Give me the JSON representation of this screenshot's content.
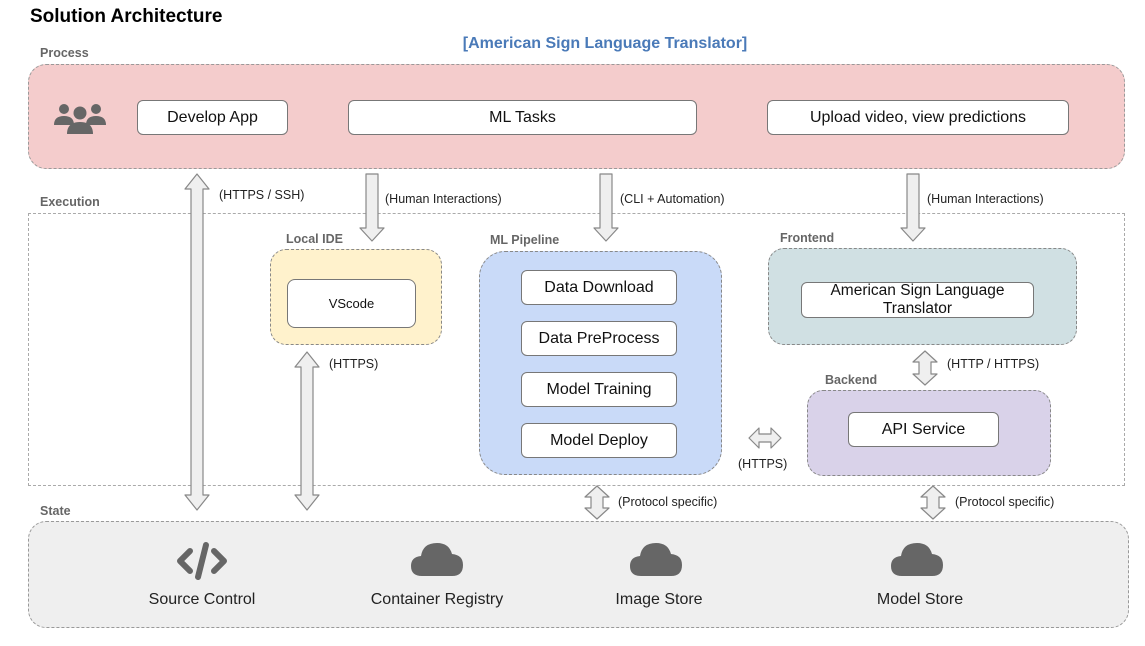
{
  "title": "Solution Architecture",
  "subtitle": "[American Sign Language Translator]",
  "sections": {
    "process": "Process",
    "execution": "Execution",
    "state": "State"
  },
  "process": {
    "icon": "users-group-icon",
    "develop_app": "Develop App",
    "ml_tasks": "ML Tasks",
    "upload_video": "Upload video, view predictions"
  },
  "groups": {
    "local_ide": {
      "label": "Local IDE",
      "vscode": "VScode"
    },
    "ml_pipeline": {
      "label": "ML Pipeline",
      "steps": [
        "Data Download",
        "Data PreProcess",
        "Model Training",
        "Model Deploy"
      ]
    },
    "frontend": {
      "label": "Frontend",
      "app": "American Sign Language Translator"
    },
    "backend": {
      "label": "Backend",
      "api": "API Service"
    }
  },
  "edges": {
    "https_ssh": "(HTTPS / SSH)",
    "human_interactions_1": "(Human Interactions)",
    "cli_automation": "(CLI + Automation)",
    "human_interactions_2": "(Human Interactions)",
    "https_ide": "(HTTPS)",
    "http_https": "(HTTP / HTTPS)",
    "https_pipeline_backend": "(HTTPS)",
    "protocol_specific_1": "(Protocol specific)",
    "protocol_specific_2": "(Protocol specific)"
  },
  "state": {
    "source_control": "Source Control",
    "container_registry": "Container Registry",
    "image_store": "Image Store",
    "model_store": "Model Store"
  },
  "colors": {
    "process": "#f4cccc",
    "local_ide": "#fff2cc",
    "ml_pipeline": "#c9daf8",
    "frontend": "#d0e0e3",
    "backend": "#d9d2e9",
    "state": "#efefef",
    "subtitle": "#4a7ab8",
    "arrow_fill": "#efefef",
    "arrow_stroke": "#888888",
    "icon": "#666666"
  }
}
